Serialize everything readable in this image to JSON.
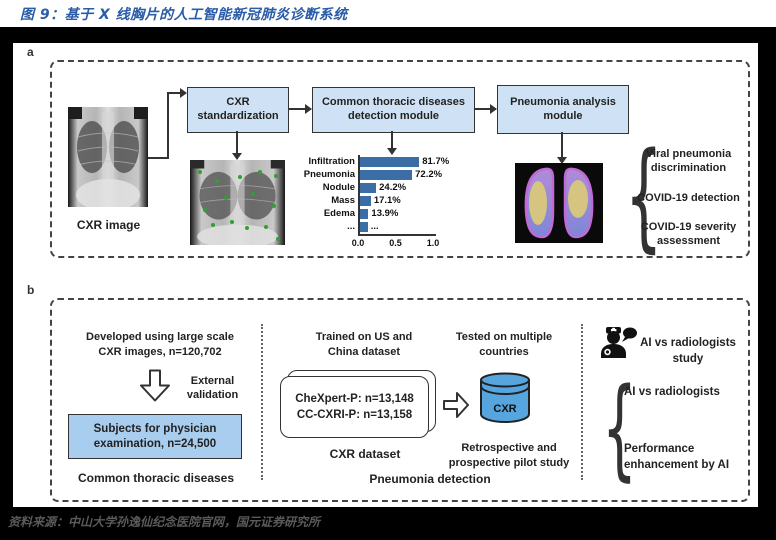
{
  "title": "图 9：基于 X 线胸片的人工智能新冠肺炎诊断系统",
  "source": "资料来源：中山大学孙逸仙纪念医院官网，国元证券研究所",
  "panel_a": {
    "label": "a",
    "cxr_caption": "CXR image",
    "box_standardization": "CXR\nstandardization",
    "box_detection": "Common thoracic diseases\ndetection module",
    "box_pneumonia": "Pneumonia analysis\nmodule",
    "outputs": [
      "Viral pneumonia\ndiscrimination",
      "COVID-19 detection",
      "COVID-19 severity\nassessment"
    ]
  },
  "chart_data": {
    "type": "bar",
    "orientation": "horizontal",
    "categories": [
      "Infiltration",
      "Pneumonia",
      "Nodule",
      "Mass",
      "Edema",
      "..."
    ],
    "values": [
      0.817,
      0.722,
      0.242,
      0.171,
      0.139,
      0.13
    ],
    "value_labels": [
      "81.7%",
      "72.2%",
      "24.2%",
      "17.1%",
      "13.9%",
      "..."
    ],
    "xlim": [
      0,
      1.0
    ],
    "x_ticks": [
      "0.0",
      "0.5",
      "1.0"
    ],
    "title": "",
    "xlabel": "",
    "ylabel": "",
    "grid": false,
    "legend": false,
    "bar_color": "#3b6ea5"
  },
  "panel_b": {
    "label": "b",
    "left": {
      "headline": "Developed using large scale\nCXR images, n=120,702",
      "arrow_label": "External\nvalidation",
      "box": "Subjects for physician\nexamination, n=24,500",
      "caption": "Common thoracic diseases"
    },
    "middle": {
      "trained": "Trained on US and\nChina dataset",
      "tested": "Tested on multiple\ncountries",
      "card_lines": [
        "CheXpert-P: n=13,148",
        "CC-CXRI-P: n=13,158"
      ],
      "db_label": "CXR",
      "card_caption": "CXR dataset",
      "pilot_caption": "Retrospective and\nprospective pilot study",
      "caption": "Pneumonia detection"
    },
    "right": {
      "study": "AI vs radiologists\nstudy",
      "items": [
        "AI vs radiologists",
        "Performance\nenhancement by AI"
      ]
    }
  },
  "colors": {
    "title_blue": "#2a5ca8",
    "box_fill_light": "#cfe2f5",
    "box_fill_medium": "#a9cdee",
    "bar_blue": "#3b6ea5",
    "cylinder_blue": "#57a5df",
    "landmark_green": "#2fa12f"
  }
}
